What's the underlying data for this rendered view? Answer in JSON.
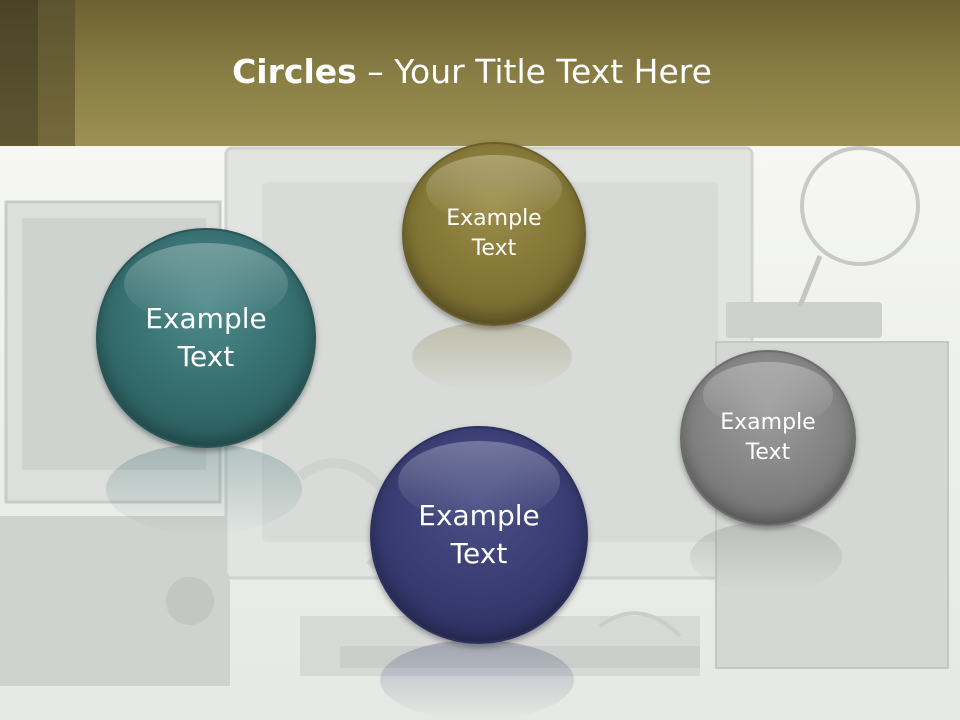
{
  "slide": {
    "title_bold": "Circles",
    "title_rest": " – Your Title Text Here",
    "circles": [
      {
        "label": "Example\nText",
        "color": "#336b6c"
      },
      {
        "label": "Example\nText",
        "color": "#7f7233"
      },
      {
        "label": "Example\nText",
        "color": "#35396e"
      },
      {
        "label": "Example\nText",
        "color": "#7e7e7e"
      }
    ]
  },
  "colors": {
    "header": "#8a7f45",
    "header_dark": "#4a4326",
    "background": "#eef0ec"
  }
}
